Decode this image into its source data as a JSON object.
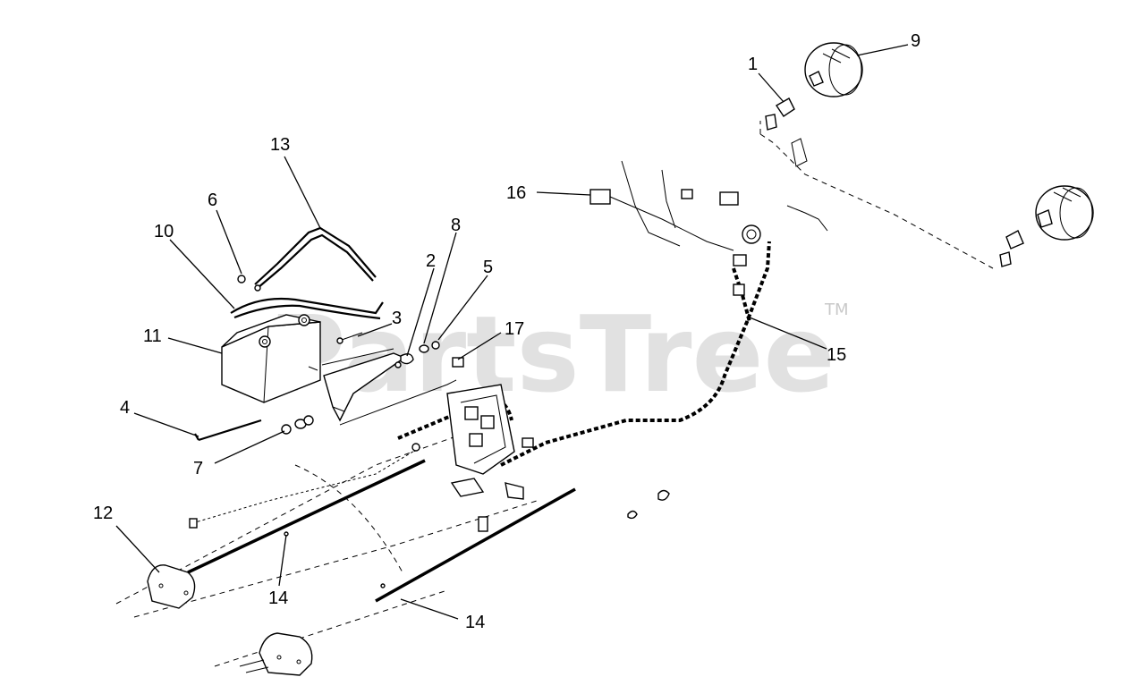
{
  "watermark": {
    "text": "PartsTree",
    "trademark": "TM"
  },
  "callouts": {
    "c1": "1",
    "c2": "2",
    "c3": "3",
    "c4": "4",
    "c5": "5",
    "c6": "6",
    "c7": "7",
    "c8": "8",
    "c9": "9",
    "c10": "10",
    "c11": "11",
    "c12": "12",
    "c13": "13",
    "c14a": "14",
    "c14b": "14",
    "c15": "15",
    "c16": "16",
    "c17": "17"
  },
  "icons": {
    "battery": "battery-icon",
    "headlight": "headlight-icon",
    "taillight": "taillight-icon",
    "wire_harness": "wire-harness-icon",
    "cable": "battery-cable-icon"
  }
}
